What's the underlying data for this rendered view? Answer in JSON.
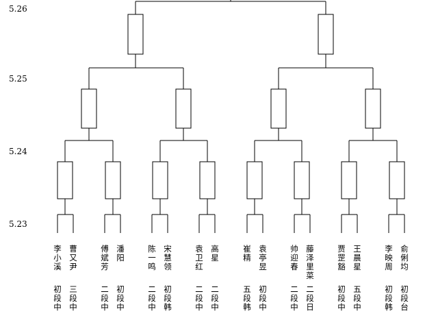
{
  "dates": [
    "5.26",
    "5.25",
    "5.24",
    "5.23"
  ],
  "players": [
    {
      "name": "李小溪",
      "rank": "初段中"
    },
    {
      "name": "曹又尹",
      "rank": "三段中"
    },
    {
      "name": "傅斌芳",
      "rank": "二段中"
    },
    {
      "name": "潘　阳",
      "rank": "初段中"
    },
    {
      "name": "陈一鸣",
      "rank": "二段中"
    },
    {
      "name": "宋慧领",
      "rank": "初段韩"
    },
    {
      "name": "袁卫红",
      "rank": "二段中"
    },
    {
      "name": "高　星",
      "rank": "二段中"
    },
    {
      "name": "崔　精",
      "rank": "五段韩"
    },
    {
      "name": "袁亭昱",
      "rank": "初段中"
    },
    {
      "name": "帅迎春",
      "rank": "二段中"
    },
    {
      "name": "藤泽里菜",
      "rank": "二段日"
    },
    {
      "name": "贾罡豁",
      "rank": "初段中"
    },
    {
      "name": "王晨星",
      "rank": "五段中"
    },
    {
      "name": "李映周",
      "rank": "初段韩"
    },
    {
      "name": "俞俐均",
      "rank": "初段台"
    }
  ]
}
